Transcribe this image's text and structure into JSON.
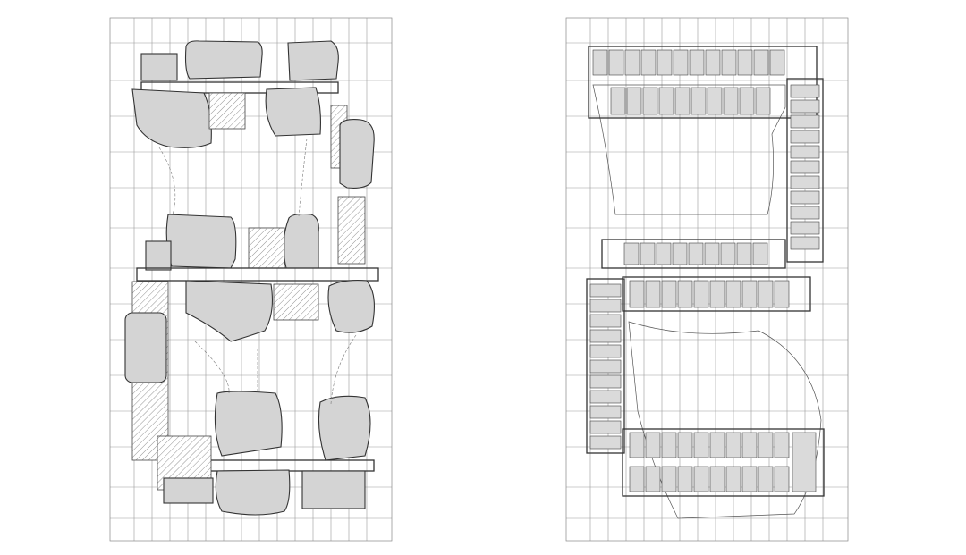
{
  "drawings": [
    {
      "id": "left",
      "description_key": "plan-left"
    },
    {
      "id": "right",
      "description_key": "plan-right"
    }
  ]
}
